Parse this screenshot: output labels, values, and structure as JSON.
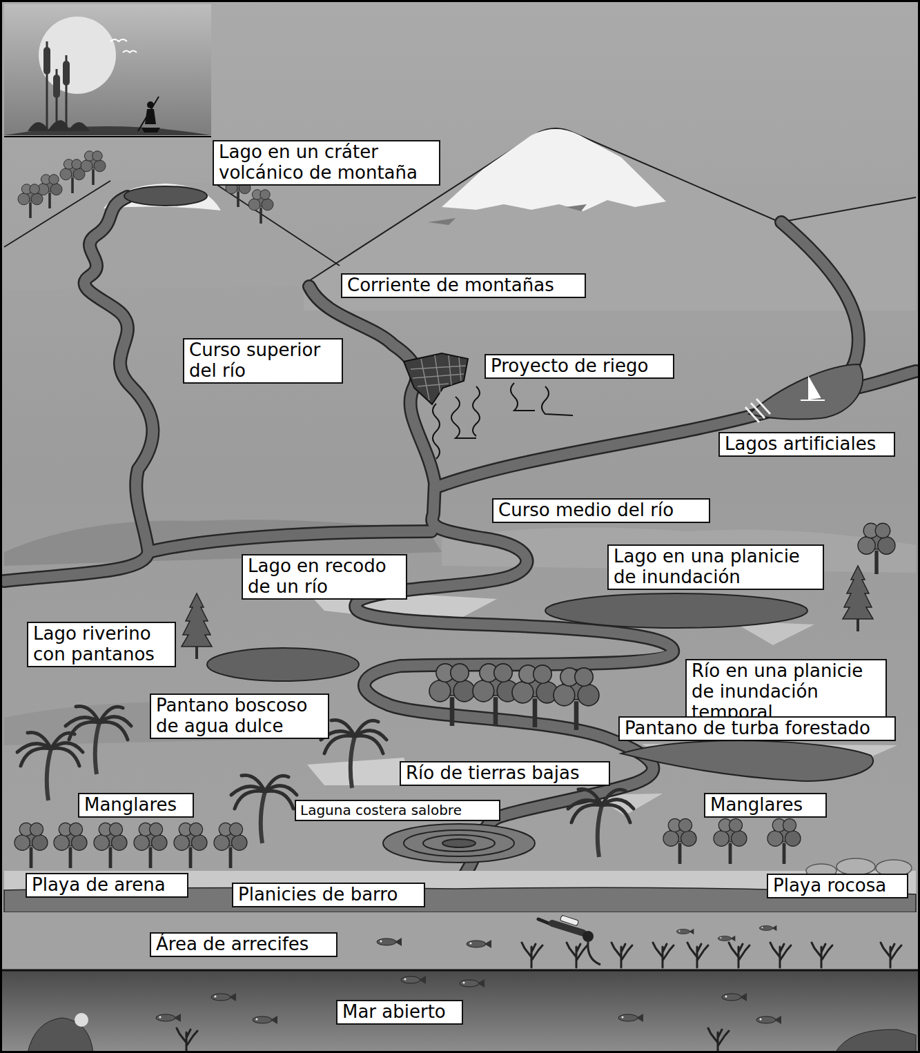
{
  "diagram": {
    "nodes": [
      {
        "text": [
          "Lago en un cráter volcánico de montaña"
        ]
      },
      {
        "text": [
          "Corriente de montañas"
        ]
      },
      {
        "text": [
          "Curso superior del río"
        ]
      },
      {
        "text": [
          "Proyecto de riego"
        ]
      },
      {
        "text": [
          "Lagos artificiales"
        ]
      },
      {
        "text": [
          "Curso medio del río"
        ]
      },
      {
        "text": [
          "Lago en recodo de un río"
        ]
      },
      {
        "text": [
          "Lago en una planicie de inundación"
        ]
      },
      {
        "text": [
          "Lago riverino con pantanos"
        ]
      },
      {
        "text": [
          "Río en una planicie de inundación temporal"
        ]
      },
      {
        "text": [
          "Pantano boscoso de agua dulce"
        ]
      },
      {
        "text": [
          "Pantano de turba forestado"
        ]
      },
      {
        "text": [
          "Río de tierras bajas"
        ]
      },
      {
        "text": [
          "Manglares"
        ]
      },
      {
        "text": [
          "Laguna costera salobre"
        ]
      },
      {
        "text": [
          "Manglares"
        ]
      },
      {
        "text": [
          "Playa de arena"
        ]
      },
      {
        "text": [
          "Planicies de barro"
        ]
      },
      {
        "text": [
          "Playa rocosa"
        ]
      },
      {
        "text": [
          "Área de arrecifes"
        ]
      },
      {
        "text": [
          "Mar abierto"
        ]
      }
    ]
  }
}
